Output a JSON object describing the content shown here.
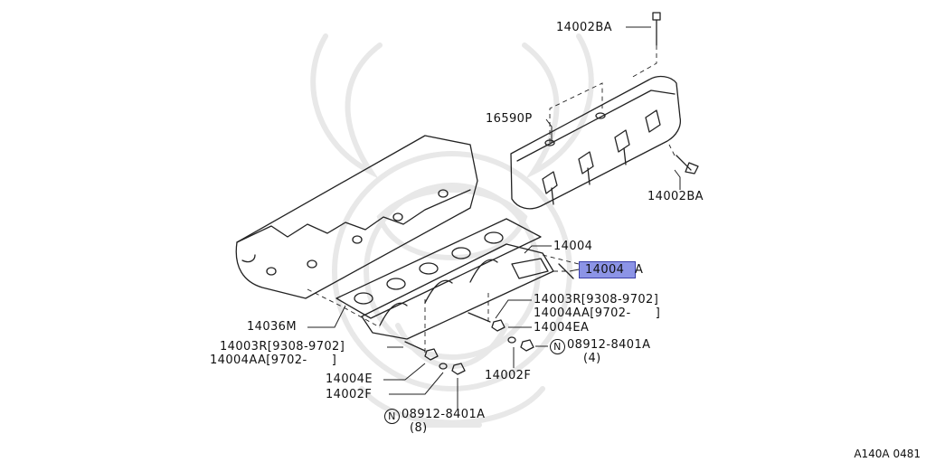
{
  "labels": {
    "p14002BA_top": "14002BA",
    "p16590P": "16590P",
    "p14002BA_right": "14002BA",
    "p14004": "14004",
    "p14004A_hl": "14004",
    "p14004A_suffix": "A",
    "p14003R_right": "14003R[9308-9702]",
    "p14004AA_right": "14004AA[9702-      ]",
    "p14004EA": "14004EA",
    "nut_right_symbol": "N",
    "nut_right_code": "08912-8401A",
    "nut_right_qty": "(4)",
    "p14002F_right": "14002F",
    "p14036M": "14036M",
    "p14003R_left": "14003R[9308-9702]",
    "p14004AA_left": "14004AA[9702-      ]",
    "p14004E": "14004E",
    "p14002F_left": "14002F",
    "nut_bottom_symbol": "N",
    "nut_bottom_code": "08912-8401A",
    "nut_bottom_qty": "(8)"
  },
  "diagram_code": "A140A 0481",
  "colors": {
    "highlight": "#8c94e6",
    "line": "#222222",
    "watermark": "#e6e6e6"
  }
}
